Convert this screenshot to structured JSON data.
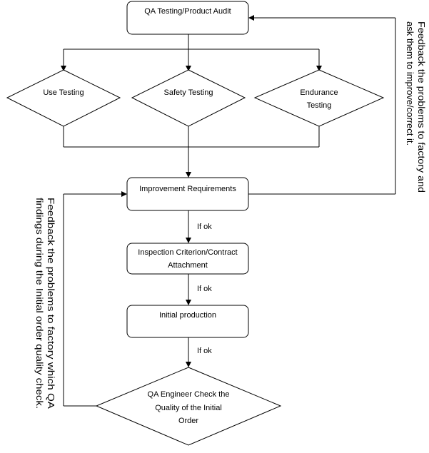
{
  "nodes": {
    "qa_testing": "QA Testing/Product Audit",
    "use_testing": "Use Testing",
    "safety_testing": "Safety Testing",
    "endurance_testing": [
      "Endurance",
      "Testing"
    ],
    "improvement": "Improvement Requirements",
    "inspection": [
      "Inspection Criterion/Contract",
      "Attachment"
    ],
    "initial_production": "Initial production",
    "qa_engineer": [
      "QA Engineer Check the",
      "Quality of the Initial",
      "Order"
    ]
  },
  "edge_labels": {
    "ok_1": "If ok",
    "ok_2": "If ok",
    "ok_3": "If ok"
  },
  "side_notes": {
    "right": [
      "Feedback the problems to factory and",
      "ask them to improve/correct it."
    ],
    "left": [
      "Feedback  the  problems  to  factory  which  QA",
      "findings during the Initial order quality check."
    ]
  }
}
